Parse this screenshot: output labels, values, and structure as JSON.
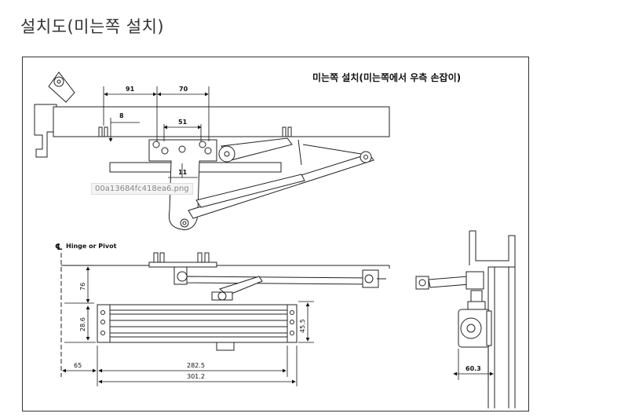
{
  "page": {
    "title": "설치도(미는쪽 설치)",
    "image_filename": "00a13684fc418ea6.png"
  },
  "diagram": {
    "caption": "미는쪽 설치(미는쪽에서 우측 손잡이)",
    "hinge_label": "Hinge or Pivot",
    "hinge_symbol": "℄",
    "top_dims": {
      "d91": "91",
      "d70": "70",
      "d8": "8",
      "d51": "51",
      "d11": "11"
    },
    "bottom_dims": {
      "d76": "76",
      "d28_6": "28.6",
      "d45_5": "45.5",
      "d65": "65",
      "d282_5": "282.5",
      "d301_2": "301.2",
      "d60_3": "60.3"
    }
  }
}
